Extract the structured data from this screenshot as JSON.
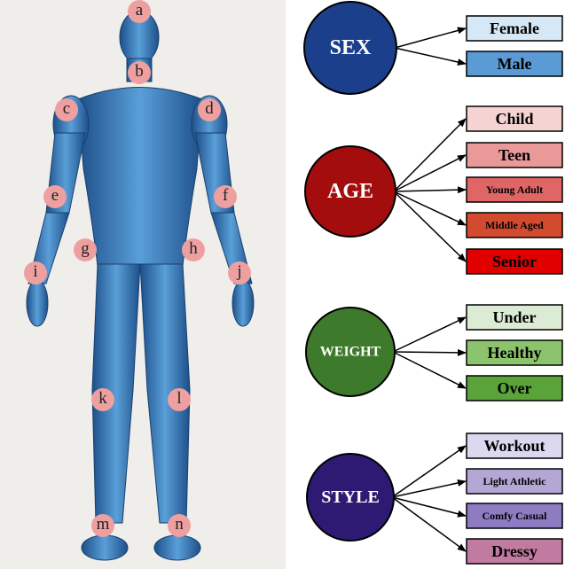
{
  "markers": [
    "a",
    "b",
    "c",
    "d",
    "e",
    "f",
    "g",
    "h",
    "i",
    "j",
    "k",
    "l",
    "m",
    "n"
  ],
  "categories": [
    {
      "label": "SEX",
      "color": "#1b3f8b",
      "children": [
        {
          "label": "Female",
          "color": "#d6e7f5"
        },
        {
          "label": "Male",
          "color": "#5b9bd5"
        }
      ]
    },
    {
      "label": "AGE",
      "color": "#a30d0d",
      "children": [
        {
          "label": "Child",
          "color": "#f6d3d3"
        },
        {
          "label": "Teen",
          "color": "#ea9999"
        },
        {
          "label": "Young Adult",
          "color": "#e06666"
        },
        {
          "label": "Middle Aged",
          "color": "#d24b2f"
        },
        {
          "label": "Senior",
          "color": "#e00000"
        }
      ]
    },
    {
      "label": "WEIGHT",
      "color": "#3e7a2b",
      "children": [
        {
          "label": "Under",
          "color": "#dcebd4"
        },
        {
          "label": "Healthy",
          "color": "#8cc46d"
        },
        {
          "label": "Over",
          "color": "#5aa33a"
        }
      ]
    },
    {
      "label": "STYLE",
      "color": "#2e1a72",
      "children": [
        {
          "label": "Workout",
          "color": "#dcd8ef"
        },
        {
          "label": "Light Athletic",
          "color": "#b4a7d6"
        },
        {
          "label": "Comfy Casual",
          "color": "#8e7cc3"
        },
        {
          "label": "Dressy",
          "color": "#c27ba0"
        }
      ]
    }
  ]
}
